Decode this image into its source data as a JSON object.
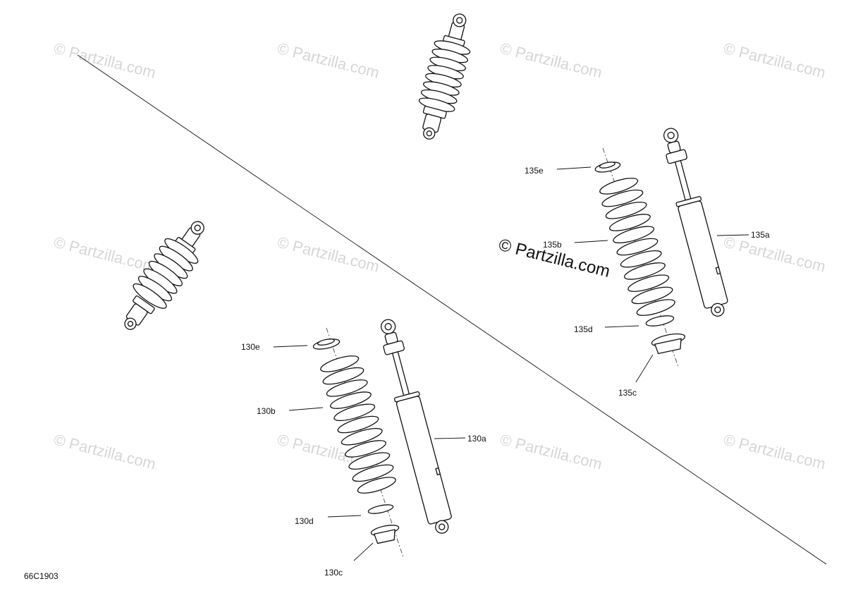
{
  "diagram_code": "66C1903",
  "watermark_main": "© Partzilla.com",
  "watermark_faint": "© Partzilla.com",
  "callouts": {
    "c130a": "130a",
    "c130b": "130b",
    "c130c": "130c",
    "c130d": "130d",
    "c130e": "130e",
    "c135a": "135a",
    "c135b": "135b",
    "c135c": "135c",
    "c135d": "135d",
    "c135e": "135e"
  },
  "colors": {
    "line": "#111111",
    "watermark": "#d6d6d6",
    "background": "#ffffff"
  }
}
